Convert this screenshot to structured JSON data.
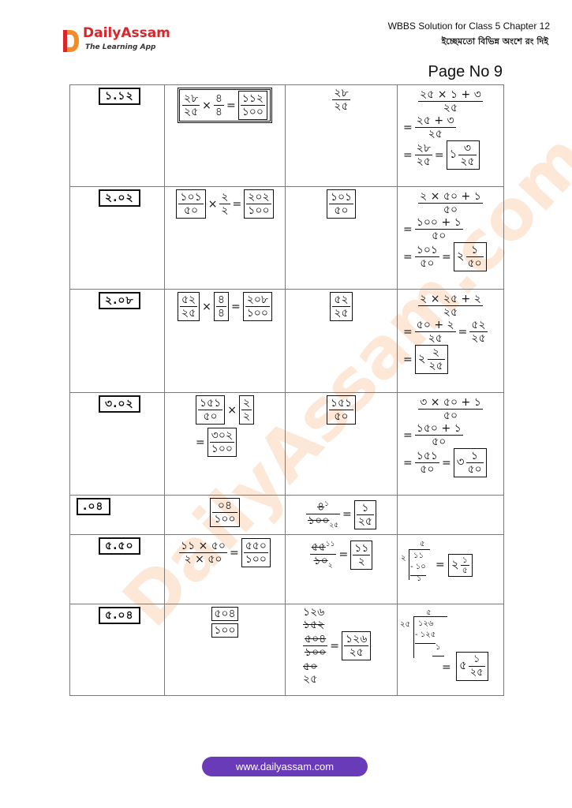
{
  "header": {
    "logo_name": "DailyAssam",
    "logo_tagline": "The Learning App",
    "title_line1": "WBBS Solution for Class 5 Chapter 12",
    "title_line2": "ইচ্ছেমতো বিভিন্ন অংশে রং দিই",
    "page_label": "Page No 9"
  },
  "watermark": "DailyAssam.com",
  "rows": [
    {
      "decimal": "১.১২",
      "mult": {
        "a_n": "২৮",
        "a_d": "২৫",
        "b_n": "৪",
        "b_d": "৪",
        "r_n": "১১২",
        "r_d": "১০০"
      },
      "fraction": {
        "n": "২৮",
        "d": "২৫"
      },
      "mixed": {
        "l1_n": "২৫ × ১ + ৩",
        "l1_d": "২৫",
        "l2_n": "২৫ + ৩",
        "l2_d": "২৫",
        "l3_n": "২৮",
        "l3_d": "২৫",
        "w": "১",
        "fn": "৩",
        "fd": "২৫"
      }
    },
    {
      "decimal": "২.০২",
      "mult": {
        "a_n": "১০১",
        "a_d": "৫০",
        "b_n": "২",
        "b_d": "২",
        "r_n": "২০২",
        "r_d": "১০০"
      },
      "fraction": {
        "n": "১০১",
        "d": "৫০"
      },
      "mixed": {
        "l1_n": "২ × ৫০ + ১",
        "l1_d": "৫০",
        "l2_n": "১০০ + ১",
        "l2_d": "৫০",
        "l3_n": "১০১",
        "l3_d": "৫০",
        "w": "২",
        "fn": "১",
        "fd": "৫০"
      }
    },
    {
      "decimal": "২.০৮",
      "mult": {
        "a_n": "৫২",
        "a_d": "২৫",
        "b_n": "৪",
        "b_d": "৪",
        "r_n": "২০৮",
        "r_d": "১০০"
      },
      "fraction": {
        "n": "৫২",
        "d": "২৫"
      },
      "mixed": {
        "l1_n": "২ × ২৫ + ২",
        "l1_d": "২৫",
        "l2_n": "৫০ + ২",
        "l2_d": "২৫",
        "l2b_n": "৫২",
        "l2b_d": "২৫",
        "w": "২",
        "fn": "২",
        "fd": "২৫"
      }
    },
    {
      "decimal": "৩.০২",
      "mult": {
        "a_n": "১৫১",
        "a_d": "৫০",
        "b_n": "২",
        "b_d": "২",
        "r_n": "৩০২",
        "r_d": "১০০"
      },
      "fraction": {
        "n": "১৫১",
        "d": "৫০"
      },
      "mixed": {
        "l1_n": "৩ × ৫০ + ১",
        "l1_d": "৫০",
        "l2_n": "১৫০ + ১",
        "l2_d": "৫০",
        "l3_n": "১৫১",
        "l3_d": "৫০",
        "w": "৩",
        "fn": "১",
        "fd": "৫০"
      }
    },
    {
      "decimal": ".০৪",
      "frac": {
        "n": "০৪",
        "d": "১০০"
      },
      "reduce": {
        "n": "৪",
        "n_sup": "১",
        "d": "১০০",
        "d_sub": "২৫",
        "r_n": "১",
        "r_d": "২৫"
      }
    },
    {
      "decimal": "৫.৫০",
      "calc": {
        "n": "১১ × ৫০",
        "d": "২ × ৫০",
        "r_n": "৫৫০",
        "r_d": "১০০"
      },
      "reduce": {
        "n": "৫৫",
        "n_sup": "১১",
        "d": "১০",
        "d_sub": "২",
        "r_n": "১১",
        "r_d": "২"
      },
      "division": {
        "quotient": "৫",
        "divisor": "২",
        "dividend": "১১",
        "sub": "- ১০",
        "rem": "১",
        "w": "২",
        "fn": "১",
        "fd": "৫"
      }
    },
    {
      "decimal": "৫.০৪",
      "frac": {
        "n": "৫০৪",
        "d": "১০০"
      },
      "reduce": {
        "top1": "১২৬",
        "top2": "১৫২",
        "n": "৫০৪",
        "d": "১০০",
        "b1": "৫০",
        "b2": "২৫",
        "r_n": "১২৬",
        "r_d": "২৫"
      },
      "division": {
        "quotient": "৫",
        "divisor": "২৫",
        "dividend": "১২৬",
        "sub": "- ১২৫",
        "rem": "১",
        "w": "৫",
        "fn": "১",
        "fd": "২৫"
      }
    }
  ],
  "footer": {
    "url": "www.dailyassam.com"
  }
}
